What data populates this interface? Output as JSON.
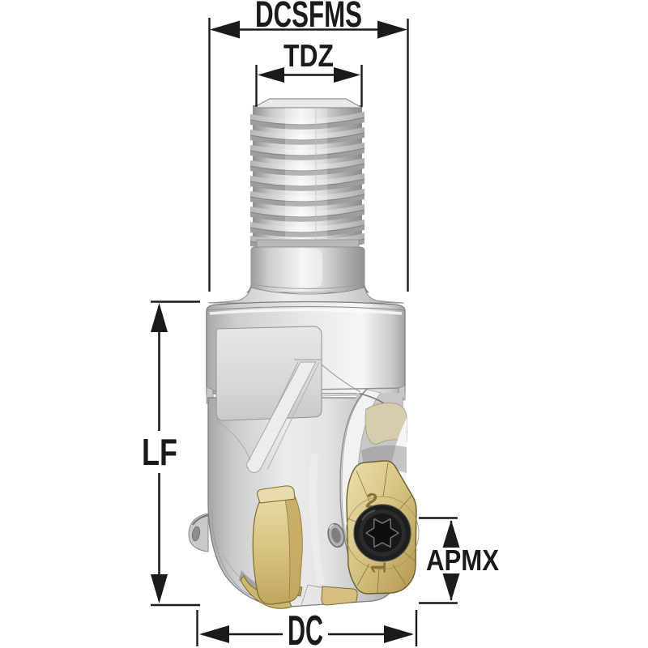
{
  "diagram": {
    "type": "technical-dimension-drawing",
    "subject": "indexable shoulder milling cutter with threaded coupling shank",
    "labels": {
      "dcsfms": "DCSFMS",
      "tdz": "TDZ",
      "lf": "LF",
      "apmx": "APMX",
      "dc": "DC"
    },
    "insert_markings": {
      "index_2": "2",
      "index_1": "1"
    },
    "colors": {
      "background": "#ffffff",
      "dimension_lines": "#1a1a1a",
      "metal_light": "#f2f2f2",
      "metal_mid": "#d5d5d5",
      "metal_dark": "#9a9a9a",
      "insert_gold": "#d8c585",
      "insert_gold_dark": "#b69b55",
      "screw_black": "#1e1e1e"
    }
  }
}
